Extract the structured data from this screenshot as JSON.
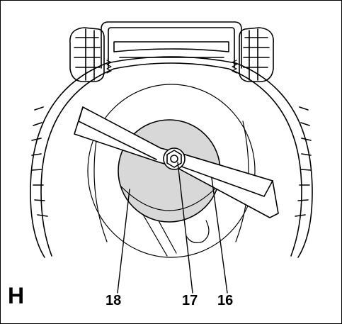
{
  "figure": {
    "letter": "H"
  },
  "callouts": [
    {
      "label": "18",
      "part": "blade-mounting-disc"
    },
    {
      "label": "17",
      "part": "blade-bolt"
    },
    {
      "label": "16",
      "part": "mower-blade"
    }
  ],
  "colors": {
    "line": "#000000",
    "disc_fill": "#d8d8d8",
    "background": "#ffffff"
  }
}
